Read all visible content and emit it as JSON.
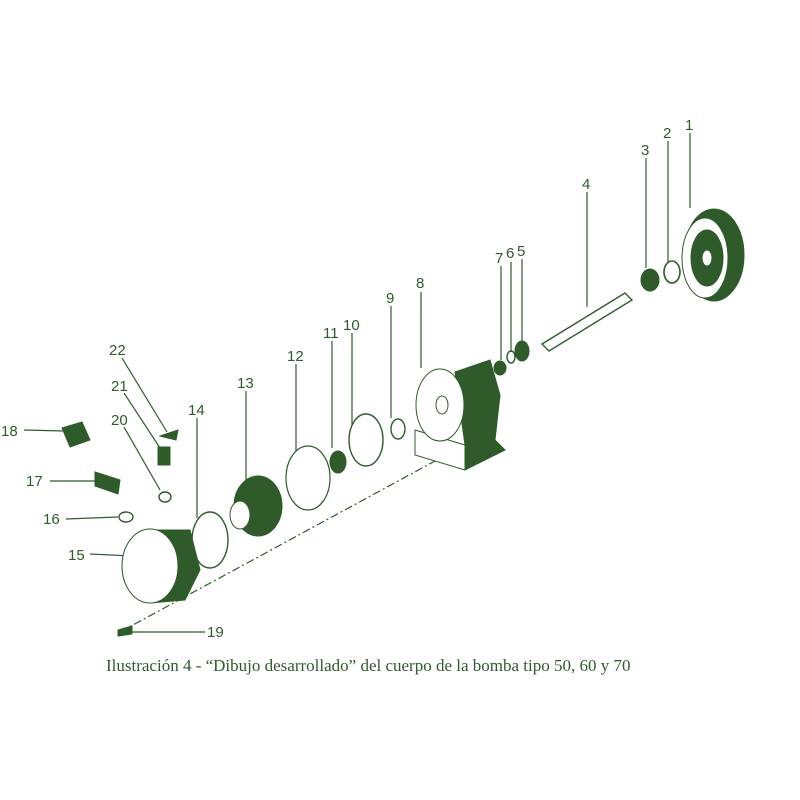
{
  "figure": {
    "caption": "Ilustración 4 - “Dibujo desarrollado” del cuerpo de la bomba tipo 50, 60 y 70",
    "ink_color": "#2f5b2b",
    "part_labels": [
      "1",
      "2",
      "3",
      "4",
      "5",
      "6",
      "7",
      "8",
      "9",
      "10",
      "11",
      "12",
      "13",
      "14",
      "15",
      "16",
      "17",
      "18",
      "19",
      "20",
      "21",
      "22"
    ]
  }
}
